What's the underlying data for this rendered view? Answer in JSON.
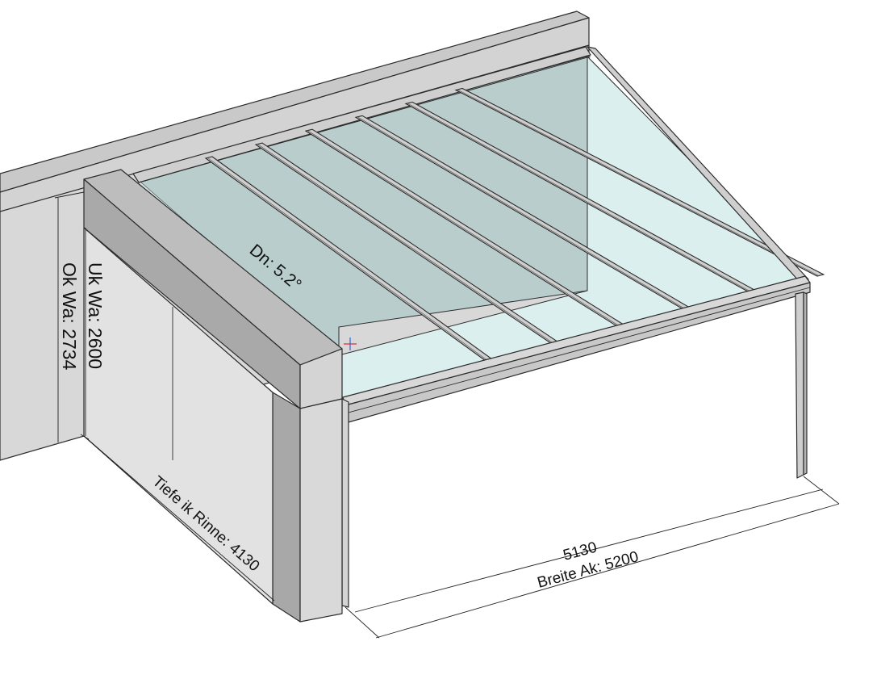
{
  "labels": {
    "roof_pitch": "Dn: 5.2°",
    "wall_top_height": "Ok Wa: 2734",
    "wall_bottom_height": "Uk Wa: 2600",
    "depth_gutter": "Tiefe ik Rinne: 4130",
    "width_inner": "5130",
    "width_outer": "Breite Ak: 5200"
  },
  "colors": {
    "glass_light": "#dcefef",
    "glass_dark": "#b8cccc",
    "wall": "#d6d6d6",
    "wall_top": "#c4c4c4",
    "pillar_front": "#d9d9d9",
    "pillar_side": "#b3b3b3",
    "frame": "#c8c8c8",
    "cursor_red": "#e0242a",
    "cursor_blue": "#3a5fd0"
  },
  "glass_panels": 7
}
